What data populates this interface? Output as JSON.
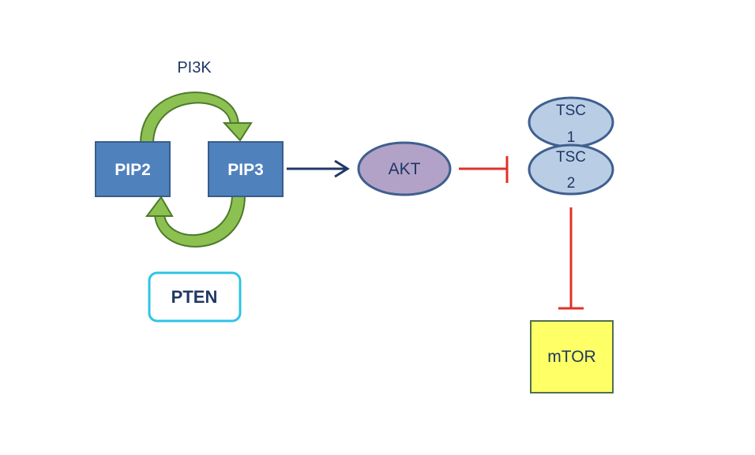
{
  "diagram": {
    "nodes": {
      "pi3k": "PI3K",
      "pip2": "PIP2",
      "pip3": "PIP3",
      "pten": "PTEN",
      "akt": "AKT",
      "tsc1_line1": "TSC",
      "tsc1_line2": "1",
      "tsc2_line1": "TSC",
      "tsc2_line2": "2",
      "mtor": "mTOR"
    },
    "colors": {
      "pip_fill": "#4f81bd",
      "pip_border": "#385d8a",
      "cycle_arrow": "#8cc152",
      "cycle_arrow_dark": "#4e7a2a",
      "pten_border": "#2ec4e6",
      "akt_fill": "#b3a2c7",
      "akt_border": "#3f5f8f",
      "tsc_fill": "#b9cde5",
      "tsc_border": "#3f5f8f",
      "mtor_fill": "#ffff66",
      "mtor_border": "#4f6f4f",
      "activation_arrow": "#1f3864",
      "inhibition": "#e0302a"
    },
    "edges": [
      {
        "from": "PIP2",
        "to": "PIP3",
        "type": "conversion",
        "via": "PI3K"
      },
      {
        "from": "PIP3",
        "to": "PIP2",
        "type": "conversion",
        "via": "PTEN"
      },
      {
        "from": "PIP3",
        "to": "AKT",
        "type": "activation"
      },
      {
        "from": "AKT",
        "to": "TSC",
        "type": "inhibition"
      },
      {
        "from": "TSC",
        "to": "mTOR",
        "type": "inhibition"
      }
    ]
  }
}
